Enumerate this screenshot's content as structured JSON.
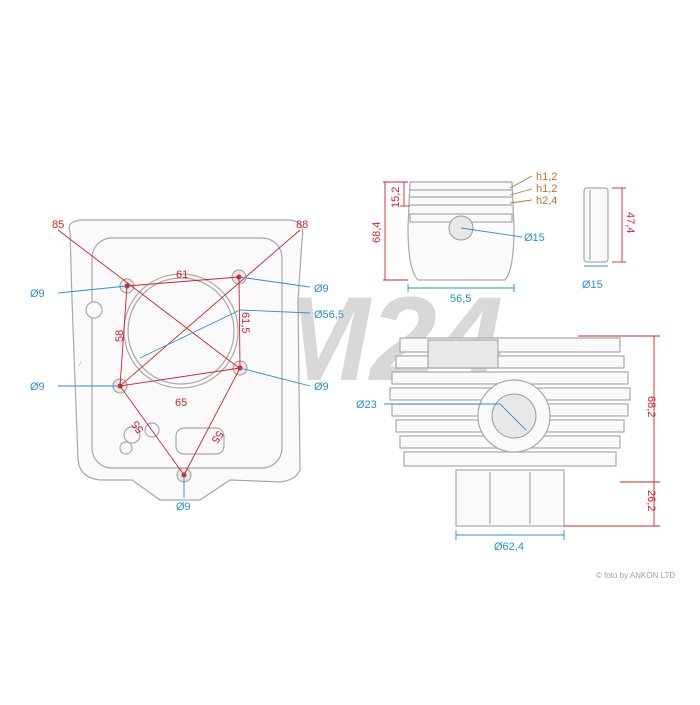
{
  "watermark": "M24",
  "credit": "© foto by ANKON LTD",
  "colors": {
    "dimension_red": "#d2232a",
    "dimension_blue": "#2b8fd6",
    "dimension_brown": "#b9762d"
  },
  "head_view": {
    "diag_left": "85",
    "diag_right": "88",
    "top_width": "61",
    "side_height": "58",
    "bottom_width": "65",
    "diag_bore": "61,5",
    "bolt_top_left": "Ø9",
    "bolt_top_right": "Ø9",
    "bolt_bottom_left": "Ø9",
    "bolt_bottom_right": "Ø9",
    "bolt_bottom": "Ø9",
    "bore": "Ø56,5",
    "lower_left": "55",
    "lower_right": "55"
  },
  "piston_view": {
    "height": "68,4",
    "ring_zone": "15,2",
    "ring1": "h1,2",
    "ring2": "h1,2",
    "ring3": "h2,4",
    "pin_bore": "Ø15",
    "diameter": "56,5"
  },
  "pin_view": {
    "length": "47,4",
    "diameter": "Ø15"
  },
  "cylinder_view": {
    "height": "68,2",
    "port": "Ø23",
    "skirt_height": "26,2",
    "skirt_diameter": "Ø62,4"
  }
}
